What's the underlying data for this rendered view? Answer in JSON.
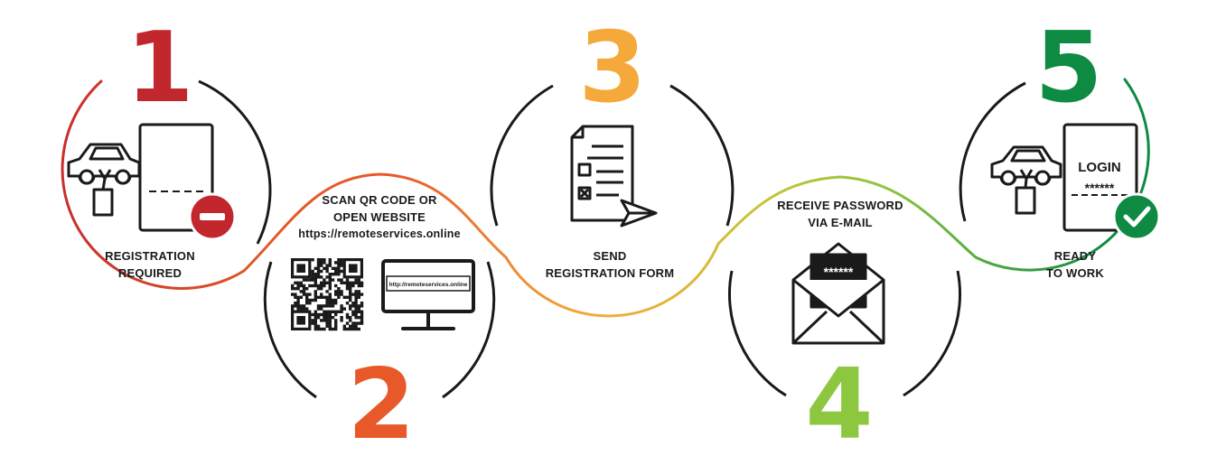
{
  "colors": {
    "step1": "#c1272d",
    "step2": "#e8592a",
    "step3": "#f5a93b",
    "step4": "#8dc63f",
    "step5": "#0e8a43",
    "ink": "#1a1a1a"
  },
  "steps": [
    {
      "number": "1",
      "lines": [
        "REGISTRATION",
        "REQUIRED"
      ]
    },
    {
      "number": "2",
      "lines": [
        "SCAN QR CODE OR",
        "OPEN WEBSITE",
        "https://remoteservices.online"
      ]
    },
    {
      "number": "3",
      "lines": [
        "SEND",
        "REGISTRATION FORM"
      ]
    },
    {
      "number": "4",
      "lines": [
        "RECEIVE PASSWORD",
        "VIA E-MAIL"
      ]
    },
    {
      "number": "5",
      "lines": [
        "READY",
        "TO WORK"
      ]
    }
  ],
  "icons": {
    "monitor_url": "http://remoteservices.online",
    "email_password": "******",
    "login_label": "LOGIN",
    "login_password": "******"
  }
}
